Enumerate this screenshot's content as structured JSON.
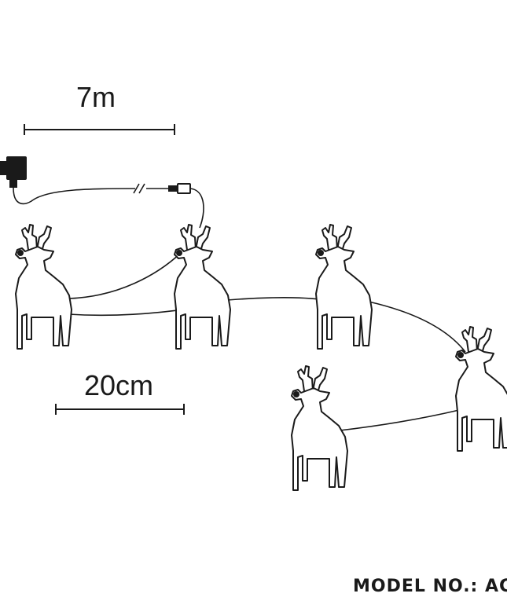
{
  "cable_length_label": "7m",
  "spacing_label": "20cm",
  "model_label": "MODEL NO.: ACY",
  "reindeer_count": 5,
  "colors": {
    "line": "#1a1a1a",
    "background": "#ffffff"
  },
  "icons": [
    "power-adapter-icon",
    "connector-icon",
    "reindeer-icon"
  ]
}
